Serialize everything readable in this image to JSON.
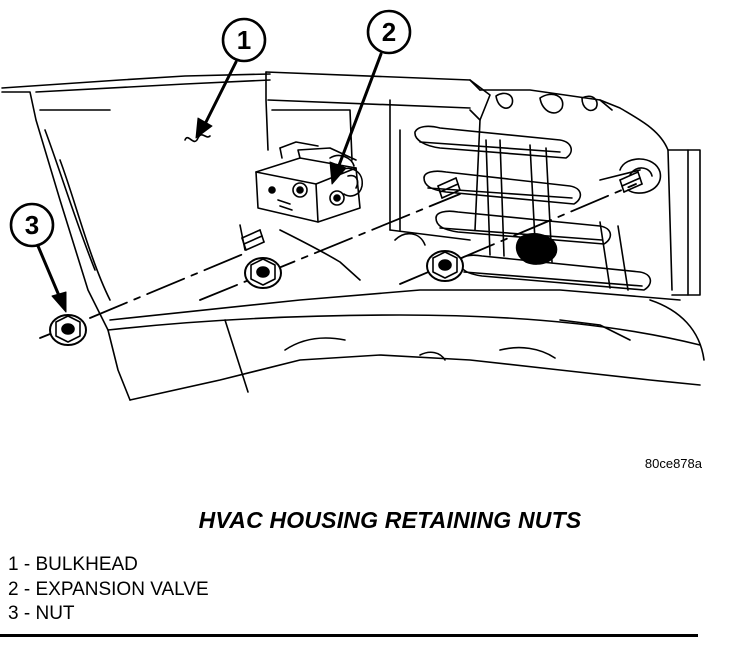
{
  "figure": {
    "callouts": [
      {
        "number": "1"
      },
      {
        "number": "2"
      },
      {
        "number": "3"
      }
    ],
    "reference_code": "80ce878a",
    "title": "HVAC HOUSING RETAINING NUTS"
  },
  "legend": [
    {
      "number": "1",
      "separator": " - ",
      "label": "BULKHEAD"
    },
    {
      "number": "2",
      "separator": " - ",
      "label": "EXPANSION VALVE"
    },
    {
      "number": "3",
      "separator": " - ",
      "label": "NUT"
    }
  ],
  "colors": {
    "ink": "#000000",
    "paper": "#ffffff"
  }
}
